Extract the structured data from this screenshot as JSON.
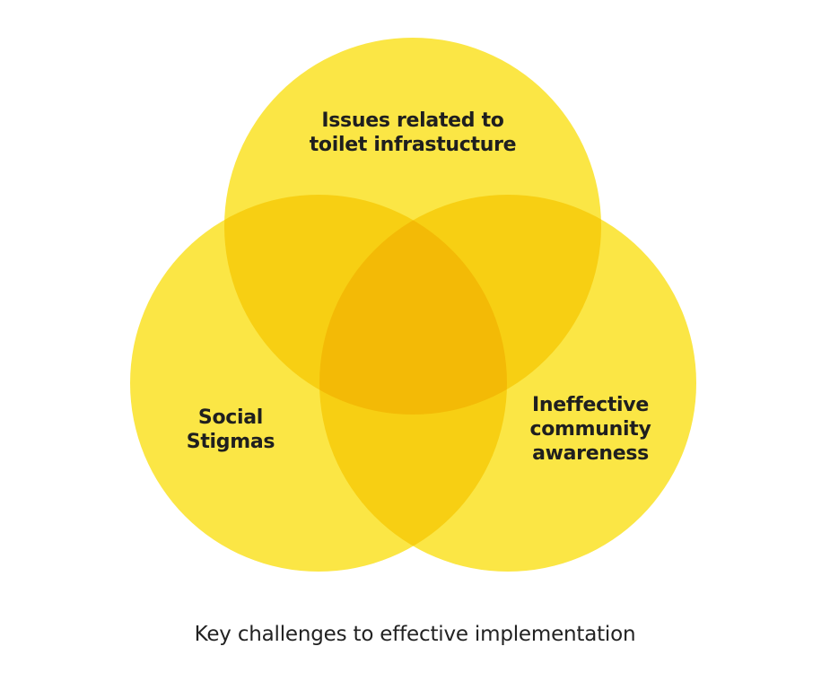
{
  "diagram": {
    "type": "venn",
    "circles": [
      {
        "id": "top",
        "label_lines": [
          "Issues related to",
          "toilet infrastucture"
        ]
      },
      {
        "id": "left",
        "label_lines": [
          "Social",
          "Stigmas"
        ]
      },
      {
        "id": "right",
        "label_lines": [
          "Ineffective",
          "community",
          "awareness"
        ]
      }
    ],
    "fill_color": "#fbe645",
    "text_color": "#1f1f1f"
  },
  "caption": "Key challenges to effective implementation"
}
